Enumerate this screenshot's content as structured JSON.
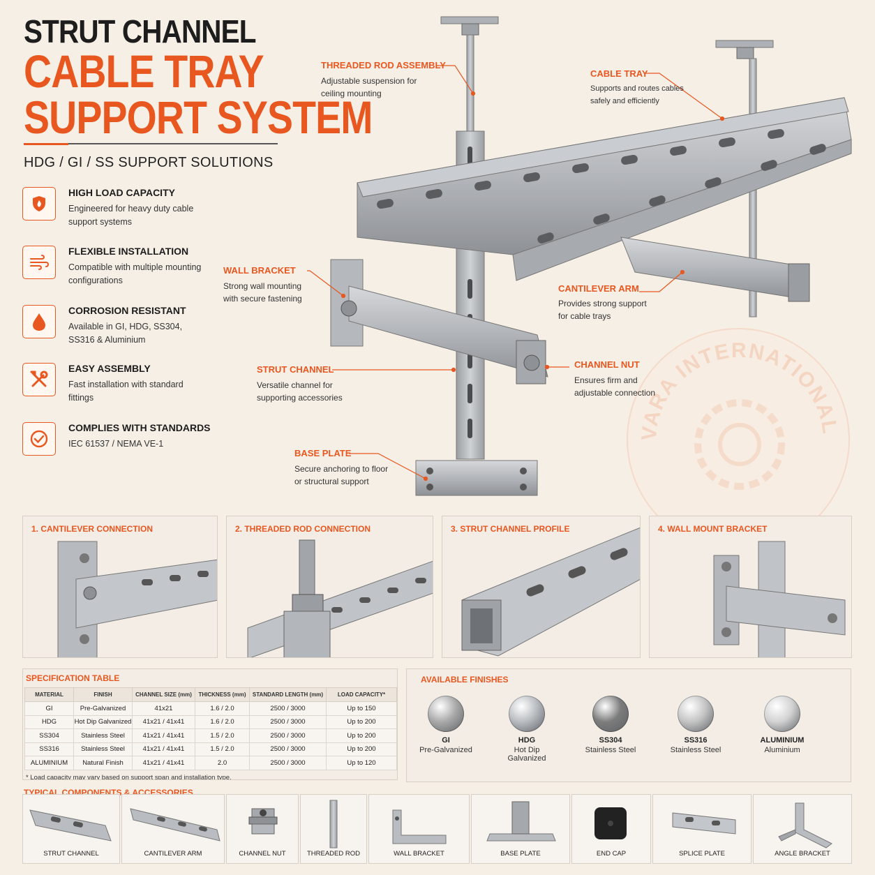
{
  "header": {
    "title_line1": "STRUT CHANNEL",
    "title_line2": "CABLE TRAY",
    "title_line3": "SUPPORT SYSTEM",
    "subtitle": "HDG / GI / SS SUPPORT SOLUTIONS"
  },
  "features": [
    {
      "icon": "shield-icon",
      "title": "HIGH LOAD CAPACITY",
      "desc": "Engineered for heavy duty cable support systems"
    },
    {
      "icon": "wind-icon",
      "title": "FLEXIBLE INSTALLATION",
      "desc": "Compatible with multiple mounting configurations"
    },
    {
      "icon": "drop-icon",
      "title": "CORROSION RESISTANT",
      "desc": "Available in GI, HDG, SS304, SS316 & Aluminium"
    },
    {
      "icon": "tools-icon",
      "title": "EASY ASSEMBLY",
      "desc": "Fast installation with standard fittings"
    },
    {
      "icon": "check-icon",
      "title": "COMPLIES WITH STANDARDS",
      "desc": "IEC 61537 / NEMA VE-1"
    }
  ],
  "callouts": {
    "threaded_rod": {
      "title": "THREADED ROD ASSEMBLY",
      "desc": "Adjustable suspension for ceiling mounting"
    },
    "cable_tray": {
      "title": "CABLE TRAY",
      "desc": "Supports and routes cables safely and efficiently"
    },
    "wall_bracket": {
      "title": "WALL BRACKET",
      "desc": "Strong wall mounting with secure fastening"
    },
    "cantilever_arm": {
      "title": "CANTILEVER ARM",
      "desc": "Provides strong support for cable trays"
    },
    "strut_channel": {
      "title": "STRUT CHANNEL",
      "desc": "Versatile channel for supporting accessories"
    },
    "channel_nut": {
      "title": "CHANNEL NUT",
      "desc": "Ensures firm and adjustable connection"
    },
    "base_plate": {
      "title": "BASE PLATE",
      "desc": "Secure anchoring to floor or structural support"
    }
  },
  "watermark": {
    "text": "VARA INTERNATIONAL"
  },
  "detail_panels": [
    "1. CANTILEVER CONNECTION",
    "2. THREADED ROD CONNECTION",
    "3. STRUT CHANNEL PROFILE",
    "4. WALL MOUNT BRACKET"
  ],
  "spec_table": {
    "title": "SPECIFICATION TABLE",
    "headers": [
      "MATERIAL",
      "FINISH",
      "CHANNEL SIZE (mm)",
      "THICKNESS (mm)",
      "STANDARD LENGTH (mm)",
      "LOAD CAPACITY*"
    ],
    "rows": [
      [
        "GI",
        "Pre-Galvanized",
        "41x21",
        "1.6 / 2.0",
        "2500 / 3000",
        "Up to 150"
      ],
      [
        "HDG",
        "Hot Dip Galvanized",
        "41x21 / 41x41",
        "1.6 / 2.0",
        "2500 / 3000",
        "Up to 200"
      ],
      [
        "SS304",
        "Stainless Steel",
        "41x21 / 41x41",
        "1.5 / 2.0",
        "2500 / 3000",
        "Up to 200"
      ],
      [
        "SS316",
        "Stainless Steel",
        "41x21 / 41x41",
        "1.5 / 2.0",
        "2500 / 3000",
        "Up to 200"
      ],
      [
        "ALUMINIUM",
        "Natural Finish",
        "41x21 / 41x41",
        "2.0",
        "2500 / 3000",
        "Up to 120"
      ]
    ],
    "note": "* Load capacity may vary based on support span and installation type."
  },
  "finishes": {
    "title": "AVAILABLE FINISHES",
    "items": [
      {
        "name": "GI",
        "sub": "Pre-Galvanized",
        "color": "#a9a9a9"
      },
      {
        "name": "HDG",
        "sub": "Hot Dip Galvanized",
        "color": "#b8bcc0"
      },
      {
        "name": "SS304",
        "sub": "Stainless Steel",
        "color": "#7c7c7c"
      },
      {
        "name": "SS316",
        "sub": "Stainless Steel",
        "color": "#c4c4c4"
      },
      {
        "name": "ALUMINIUM",
        "sub": "Aluminium",
        "color": "#d2d2d2"
      }
    ]
  },
  "components": {
    "title": "TYPICAL COMPONENTS & ACCESSORIES",
    "items": [
      "STRUT CHANNEL",
      "CANTILEVER ARM",
      "CHANNEL NUT",
      "THREADED ROD",
      "WALL BRACKET",
      "BASE PLATE",
      "END CAP",
      "SPLICE PLATE",
      "ANGLE BRACKET"
    ]
  },
  "colors": {
    "accent": "#e8571f",
    "steel": "#b9bcc0",
    "background": "#f6efe6"
  }
}
